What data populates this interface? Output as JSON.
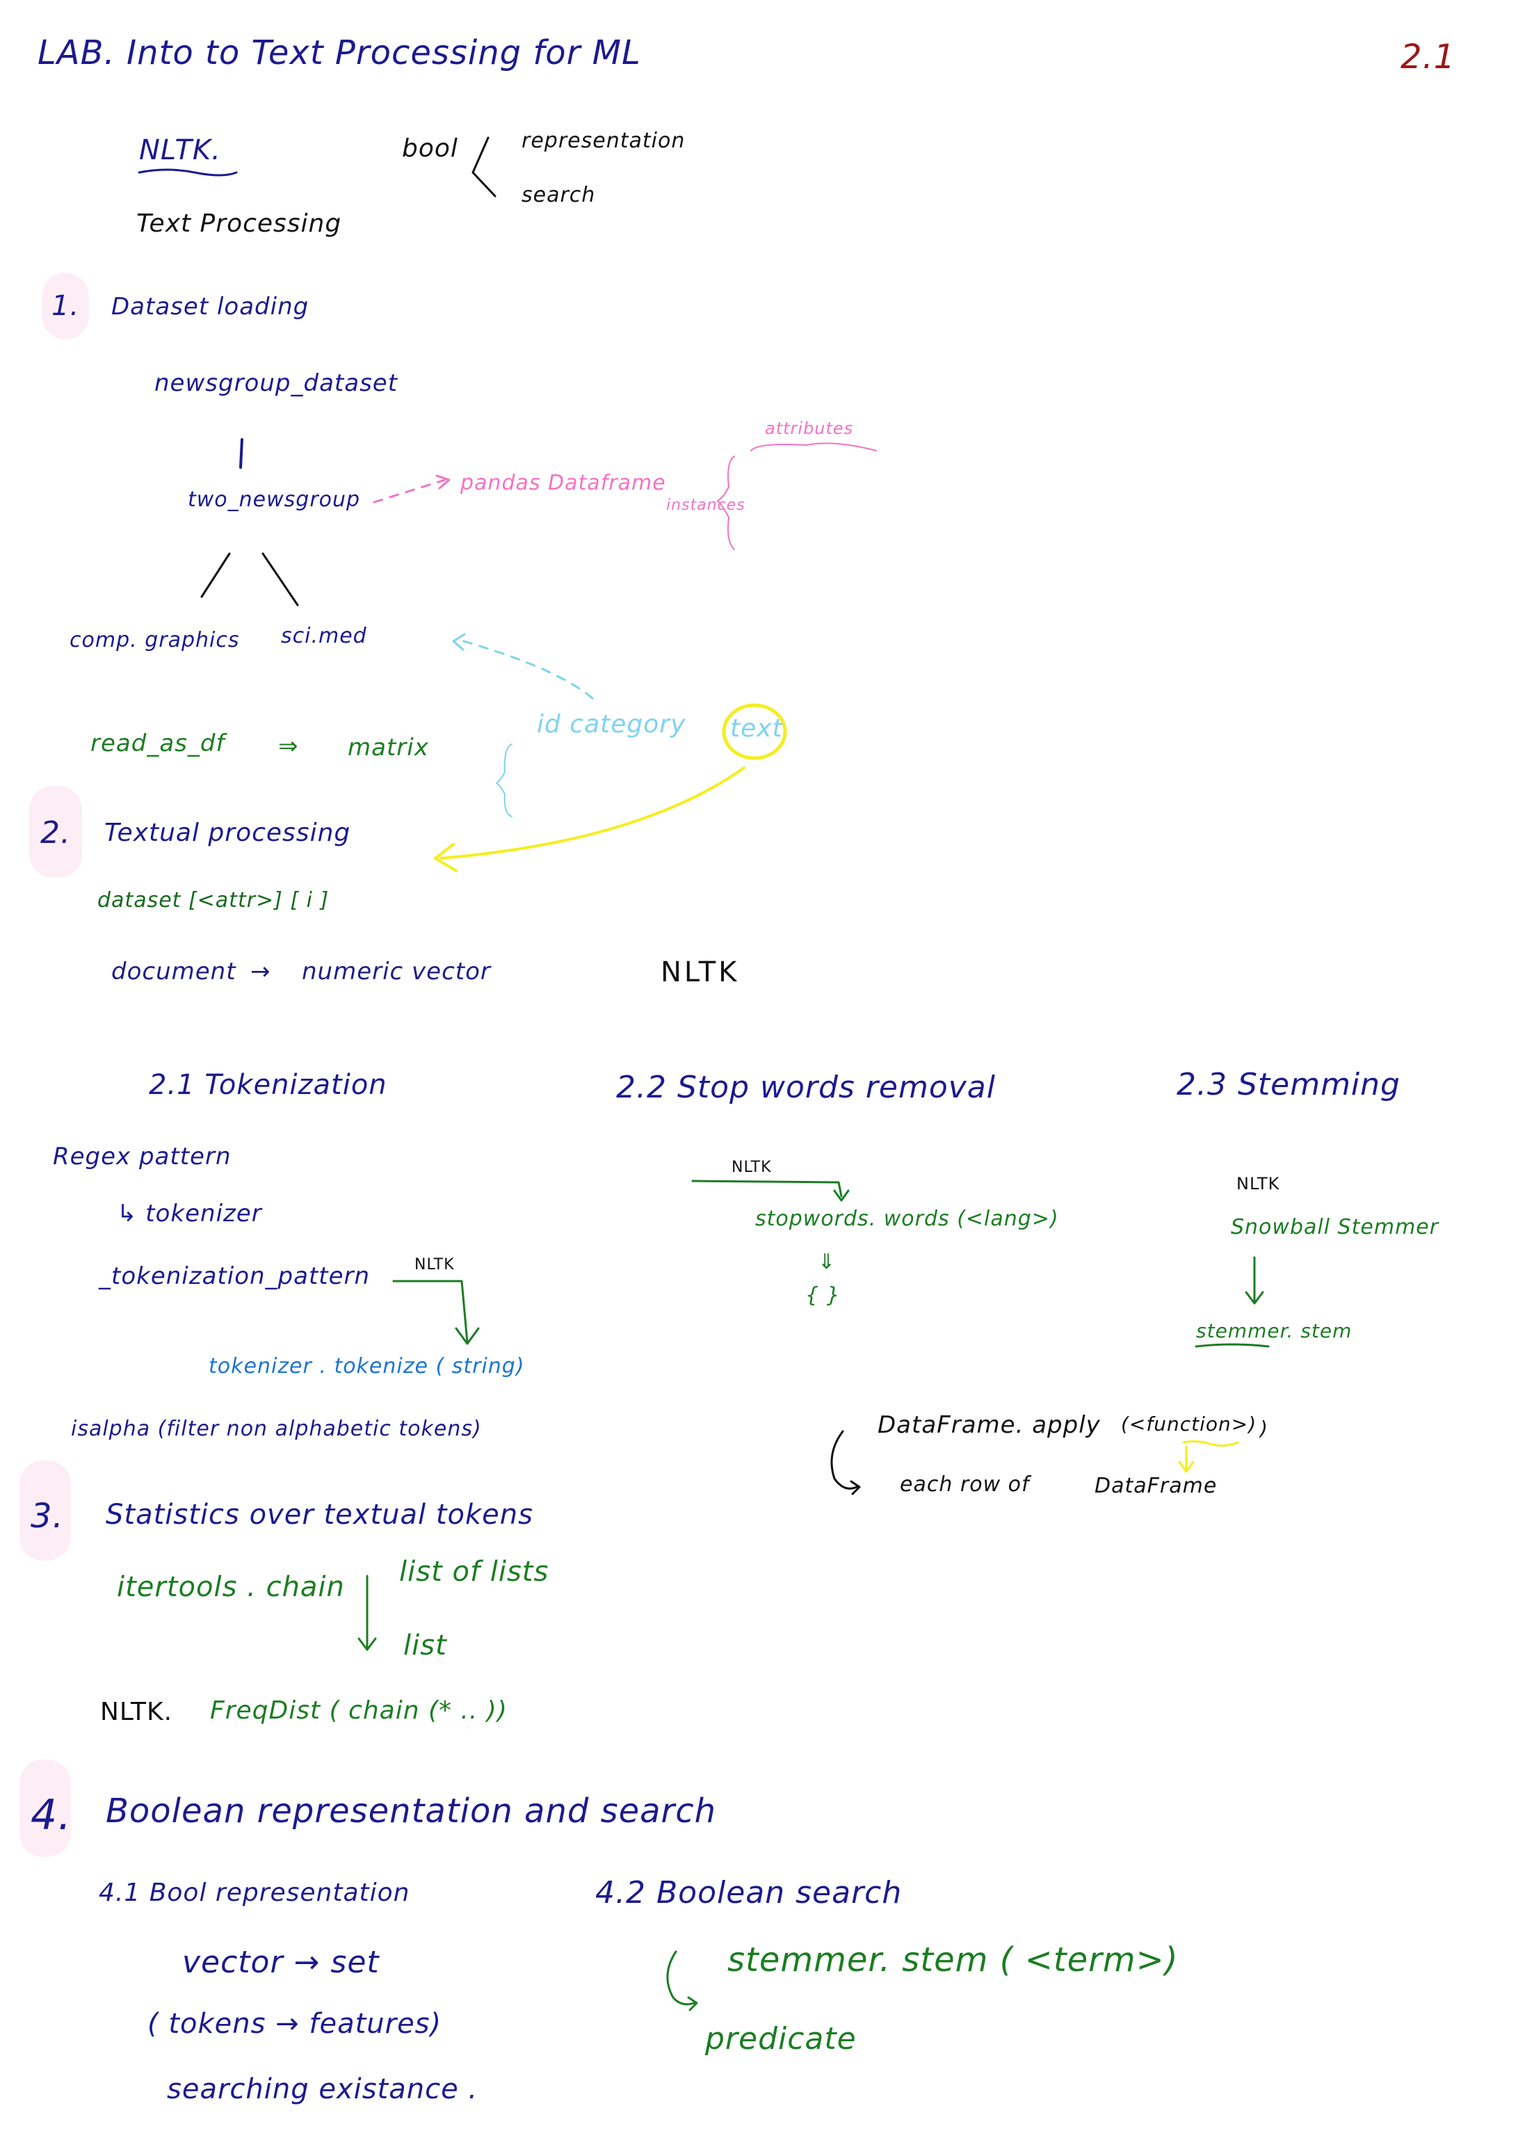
{
  "header": {
    "title": "LAB.  Into to Text Processing for ML",
    "page": "2.1"
  },
  "intro": {
    "nltk": "NLTK.",
    "text_processing": "Text Processing",
    "bool": "bool",
    "bool_items": [
      "representation",
      "search"
    ]
  },
  "s1": {
    "num": "1.",
    "title": "Dataset loading",
    "dataset": "newsgroup_dataset",
    "two": "two_newsgroup",
    "pandas": "pandas Dataframe",
    "attributes": "attributes",
    "instances": "instances",
    "cat1": "comp. graphics",
    "cat2": "sci.med",
    "cols": "id  category",
    "text": "text",
    "read": "read_as_df",
    "arrow": "⇒",
    "matrix": "matrix"
  },
  "s2": {
    "num": "2.",
    "title": "Textual processing",
    "access": "dataset [<attr>] [ i ]",
    "document": "document",
    "arrow": "→",
    "numeric": "numeric vector",
    "nltk": "NLTK",
    "sub1": {
      "title": "2.1  Tokenization",
      "regex": "Regex pattern",
      "tokenizer": "↳ tokenizer",
      "pattern": "_tokenization_pattern",
      "nltk": "NLTK",
      "call": "tokenizer . tokenize ( string)",
      "isalpha": "isalpha (filter non alphabetic tokens)"
    },
    "sub2": {
      "title": "2.2 Stop words removal",
      "nltk": "NLTK",
      "words": "stopwords. words (<lang>)",
      "arrow": "⇓",
      "set": "{ }"
    },
    "sub3": {
      "title": "2.3  Stemming",
      "nltk": "NLTK",
      "snowball": "Snowball Stemmer",
      "stem": "stemmer. stem"
    },
    "apply": {
      "call": "DataFrame. apply",
      "args": "(<function>)",
      "close": ")",
      "row": "each row of",
      "df": "DataFrame"
    }
  },
  "s3": {
    "num": "3.",
    "title": "Statistics  over  textual  tokens",
    "chain": "itertools . chain",
    "lol": "list of lists",
    "list": "list",
    "nltk": "NLTK.",
    "freq": "FreqDist ( chain (* .. ))"
  },
  "s4": {
    "num": "4.",
    "title": "Boolean  representation  and  search",
    "sub1": {
      "title": "4.1 Bool representation",
      "vector": "vector  → set",
      "tokens": "( tokens   → features)",
      "search": "searching   existance ."
    },
    "sub2": {
      "title": "4.2  Boolean  search",
      "stem": "stemmer. stem ( <term>)",
      "pred": "predicate"
    }
  }
}
